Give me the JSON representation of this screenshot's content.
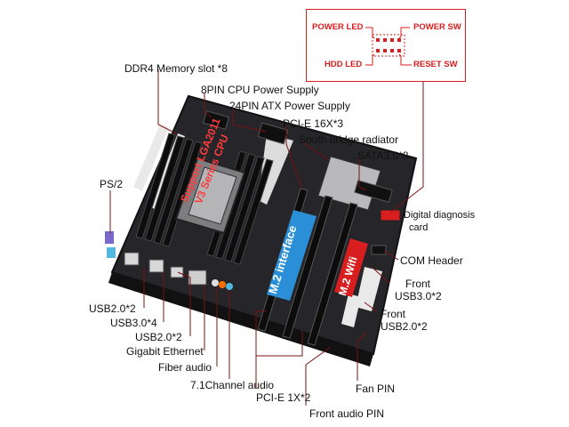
{
  "legend": {
    "power_led": "POWER LED",
    "power_sw": "POWER SW",
    "hdd_led": "HDD  LED",
    "reset_sw": "RESET SW"
  },
  "labels": {
    "ddr4": "DDR4 Memory slot *8",
    "cpu_power": "8PIN CPU Power Supply",
    "atx_power": "24PIN ATX Power Supply",
    "pcie16": "PCI-E 16X*3",
    "south_bridge": "South bridge radiator",
    "sata": "SATA3.0*8",
    "ps2": "PS/2",
    "diag_1": "Digital diagnosis",
    "diag_2": "card",
    "com": "COM Header",
    "front_usb3_1": "Front",
    "front_usb3_2": "USB3.0*2",
    "front_usb2_1": "Front",
    "front_usb2_2": "USB2.0*2",
    "usb2a": "USB2.0*2",
    "usb3": "USB3.0*4",
    "usb2b": "USB2.0*2",
    "gigabit": "Gigabit Ethernet",
    "fiber": "Fiber audio",
    "ch71": "7.1Channel audio",
    "pcie1": "PCI-E 1X*2",
    "fan": "Fan PIN",
    "front_audio": "Front audio PIN"
  },
  "board_text": {
    "socket_1": "Support LGA2011",
    "socket_2": "V3 Series CPU",
    "m2_interface": "M.2 interface",
    "m2_wifi": "M.2 Wifi"
  },
  "colors": {
    "leader": "#7a1010",
    "legend": "#d81e1e",
    "board": "#2a2a2e",
    "accent": "#ffffff",
    "m2_blue": "#2a8fd6",
    "m2_red": "#d81e1e"
  }
}
